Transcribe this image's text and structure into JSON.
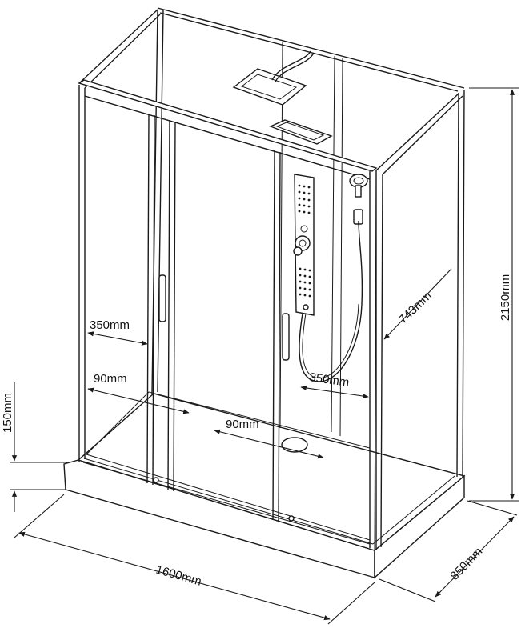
{
  "dimensions": {
    "height": "2150mm",
    "width": "1600mm",
    "depth": "850mm",
    "side_panel": "743mm",
    "tray_height": "150mm",
    "door_opening_left": "350mm",
    "door_opening_right": "350mm",
    "door_gap_left": "90mm",
    "drain": "90mm"
  }
}
